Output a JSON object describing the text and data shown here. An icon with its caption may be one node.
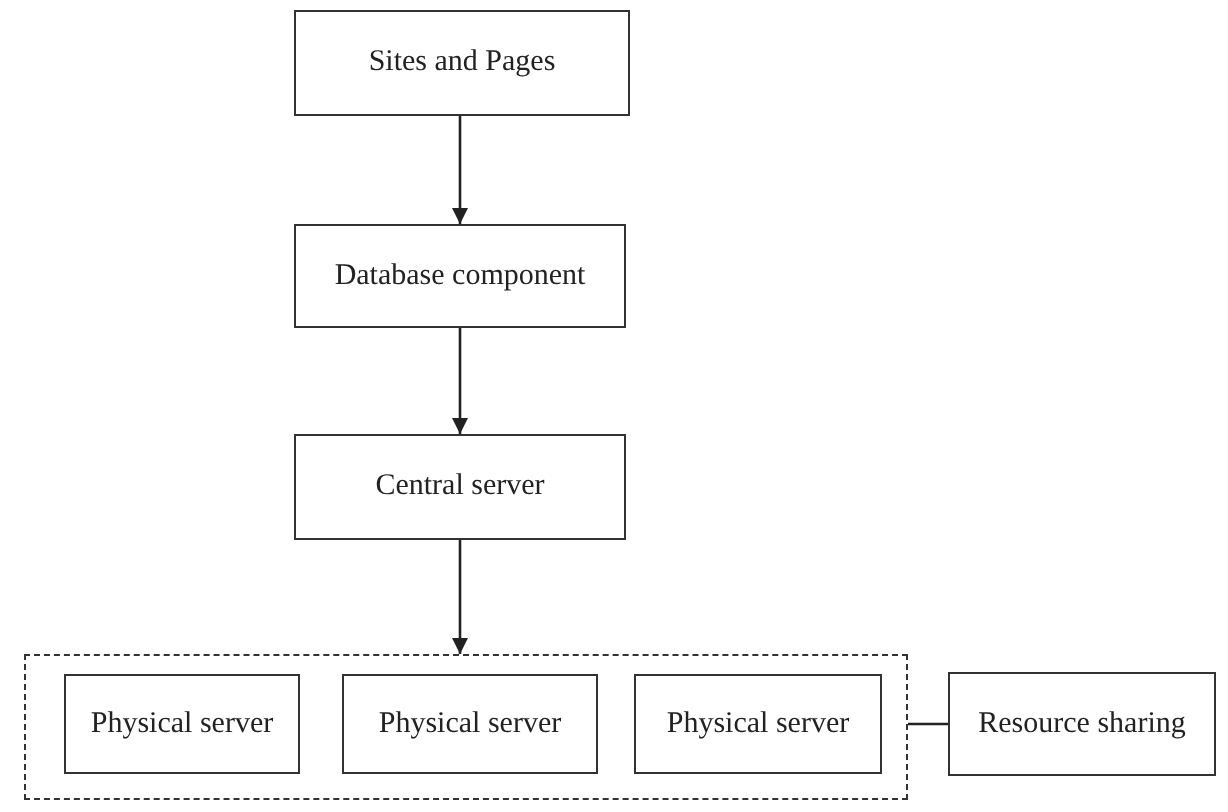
{
  "diagram": {
    "nodes": [
      {
        "text": [
          "Sites and Pages"
        ]
      },
      {
        "text": [
          "Database component"
        ]
      },
      {
        "text": [
          "Central server"
        ]
      },
      {
        "text": [],
        "shape": "box"
      },
      {
        "text": [
          "Physical server"
        ],
        "in": 3
      },
      {
        "text": [
          "Physical server"
        ],
        "in": 3
      },
      {
        "text": [
          "Physical server"
        ],
        "in": 3
      },
      {
        "text": [
          "Resource sharing"
        ]
      }
    ],
    "edges": [
      {
        "from": 0,
        "to": 1,
        "arrow": "to"
      },
      {
        "from": 1,
        "to": 2,
        "arrow": "to"
      },
      {
        "from": 2,
        "to": 3,
        "arrow": "to"
      },
      {
        "from": 3,
        "to": 7,
        "arrow": "none"
      }
    ]
  }
}
